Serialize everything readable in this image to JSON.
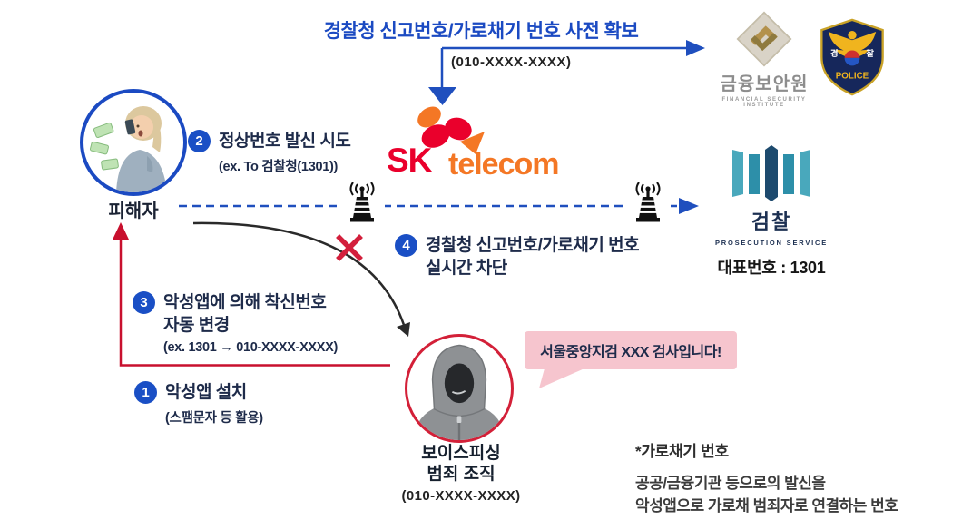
{
  "colors": {
    "accent_blue": "#1a4fc5",
    "navy_text": "#1e2b4a",
    "alert_red": "#d31f3c",
    "feedback_red": "#c8102e",
    "pink_bubble": "#f6c5ce",
    "sk_red": "#ea002c",
    "sk_orange": "#f47725",
    "prosecution_teal": "#49a8bc",
    "prosecution_navy": "#1d4a6e",
    "police_navy": "#16275b",
    "police_gold": "#f0b41e"
  },
  "header": {
    "title": "경찰청 신고번호/가로채기 번호 사전 확보",
    "phone": "(010-XXXX-XXXX)"
  },
  "logos": {
    "fsi": {
      "name": "금융보안원",
      "subtitle": "FINANCIAL SECURITY INSTITUTE"
    },
    "police": {
      "left": "경",
      "right": "찰",
      "banner": "POLICE"
    },
    "sk": {
      "sk": "SK",
      "telecom": "telecom"
    },
    "prosecution": {
      "name": "검찰",
      "subtitle": "PROSECUTION SERVICE",
      "phone_label": "대표번호 : 1301"
    }
  },
  "victim": {
    "label": "피해자"
  },
  "steps": [
    {
      "num": "1",
      "title": "악성앱 설치",
      "title2": "",
      "sub": "(스팸문자 등 활용)"
    },
    {
      "num": "2",
      "title": "정상번호 발신 시도",
      "title2": "",
      "sub": "(ex. To 검찰청(1301))"
    },
    {
      "num": "3",
      "title": "악성앱에 의해 착신번호",
      "title2": "자동 변경",
      "sub": "(ex. 1301 → 010-XXXX-XXXX)"
    },
    {
      "num": "4",
      "title": "경찰청 신고번호/가로채기 번호",
      "title2": "실시간 차단",
      "sub": ""
    }
  ],
  "scammer": {
    "line1": "보이스피싱",
    "line2": "범죄 조직",
    "phone": "(010-XXXX-XXXX)"
  },
  "bubble": {
    "text": "서울중앙지검 XXX 검사입니다!"
  },
  "footnote": {
    "title": "*가로채기 번호",
    "line1": "공공/금융기관 등으로의 발신을",
    "line2": "악성앱으로 가로채 범죄자로 연결하는 번호"
  }
}
